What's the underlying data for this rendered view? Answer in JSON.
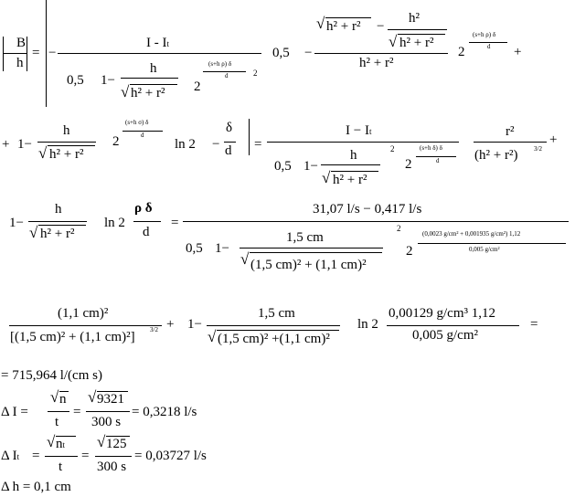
{
  "formula_1": {
    "lhs_num": "B",
    "lhs_den": "h",
    "eq": "=",
    "minus": "−",
    "frac1_num": "I - I",
    "frac1_num_sub": "t",
    "frac1_den_a": "0,5",
    "frac1_den_b": "1−",
    "frac1_den_h": "h",
    "frac1_den_rad": "h² + r²",
    "two": "2",
    "exp_num_rho": "(s+h ρ) δ",
    "exp_den": "d",
    "sq": "2",
    "factor": "0,5",
    "minus2": "−",
    "frac2_num_rad": "h² + r²",
    "frac2_num_minus": "−",
    "frac2_inner_num": "h²",
    "frac2_inner_rad": "h² + r²",
    "frac2_den": "h² + r²",
    "plus": "+"
  },
  "formula_2": {
    "plus": "+",
    "one_minus": "1−",
    "h": "h",
    "rad": "h² + r²",
    "two": "2",
    "exp_num_sigma": "(s+h σ) δ",
    "exp_den": "d",
    "ln2": "ln 2",
    "minus_delta": "−",
    "delta": "δ",
    "d": "d",
    "eq": "=",
    "num": "I − I",
    "num_sub": "t",
    "den_a": "0,5",
    "den_b": "1−",
    "den_h": "h",
    "den_rad": "h² + r²",
    "sq": "2",
    "exp_num_delta": "(s+h δ) δ",
    "r2": "r²",
    "r_den": "(h² + r²)",
    "r_den_exp": "3/2",
    "plus_end": "+"
  },
  "formula_3": {
    "one_minus": "1−",
    "h": "h",
    "rad": "h² + r²",
    "ln2": "ln 2",
    "rho_delta": "ρ  δ",
    "d": "d",
    "eq": "=",
    "num": "31,07  l/s − 0,417  l/s",
    "den_a": "0,5",
    "den_b": "1−",
    "den_h": "1,5 cm",
    "den_rad": "(1,5 cm)² + (1,1 cm)²",
    "sq": "2",
    "two": "2",
    "exp_num": "(0,0023 g/cm² + 0,001935 g/cm²) 1,12",
    "exp_den": "0,005 g/cm²"
  },
  "formula_4": {
    "num": "(1,1 cm)²",
    "den": "[(1,5 cm)² + (1,1 cm)²]",
    "den_exp": "3/2",
    "plus": "+",
    "one_minus": "1−",
    "h": "1,5 cm",
    "rad": "(1,5 cm)² +(1,1 cm)²",
    "ln2": "ln 2",
    "frac_num": "0,00129  g/cm³  1,12",
    "frac_den": "0,005  g/cm²",
    "eq": "="
  },
  "result": "= 715,964  l/(cm  s)",
  "delta_I": {
    "lhs": "Δ I  =",
    "rad_n": "n",
    "t": "t",
    "eq": "=",
    "rad_val": "9321",
    "den": "300 s",
    "result": "= 0,3218  l/s"
  },
  "delta_It": {
    "lhs": "Δ I",
    "lhs_sub": "t",
    "eq1": "=",
    "rad_n": "n",
    "rad_sub": "t",
    "t": "t",
    "eq": "=",
    "rad_val": "125",
    "den": "300 s",
    "result": "= 0,03727  l/s"
  },
  "delta_h": "Δ h = 0,1 cm"
}
